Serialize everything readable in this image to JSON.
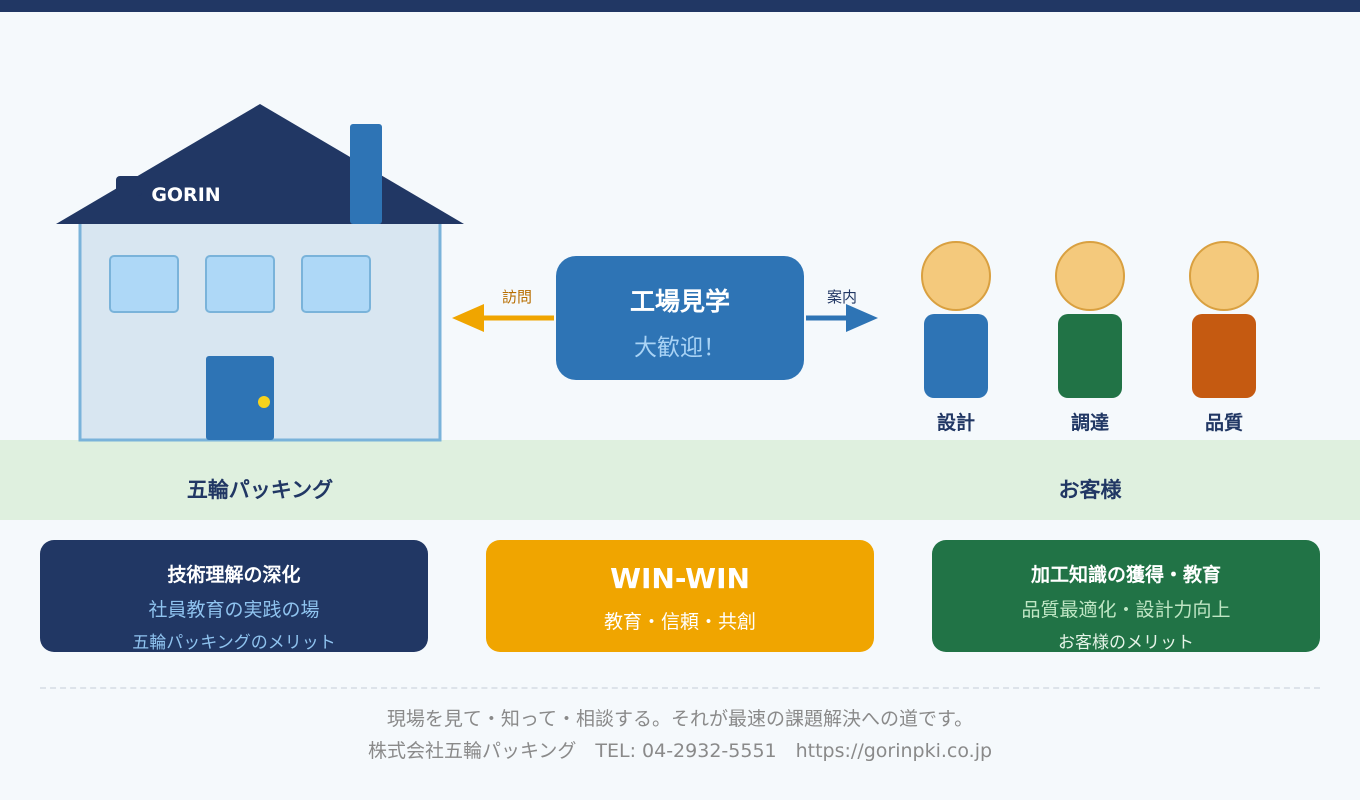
{
  "house": {
    "brand": "GORIN"
  },
  "arrows": {
    "left_label": "訪問",
    "right_label": "案内"
  },
  "center": {
    "title": "工場見学",
    "subtitle": "大歓迎！"
  },
  "people": [
    {
      "label": "設計",
      "color": "#2e74b5"
    },
    {
      "label": "調達",
      "color": "#217346"
    },
    {
      "label": "品質",
      "color": "#c55a11"
    }
  ],
  "ground": {
    "left_label": "五輪パッキング",
    "right_label": "お客様"
  },
  "cards": {
    "left": {
      "title": "技術理解の深化",
      "line1": "社員教育の実践の場",
      "line2": "五輪パッキングのメリット",
      "bg": "#213764"
    },
    "center": {
      "title": "WIN-WIN",
      "line1": "教育・信頼・共創",
      "bg": "#f0a500"
    },
    "right": {
      "title": "加工知識の獲得・教育",
      "line1": "品質最適化・設計力向上",
      "line2": "お客様のメリット",
      "bg": "#217346"
    }
  },
  "footer": {
    "line1": "現場を見て・知って・相談する。それが最速の課題解決への道です。",
    "line2": "株式会社五輪パッキング　TEL: 04-2932-5551　https://gorinpki.co.jp"
  },
  "colors": {
    "navy": "#213764",
    "blue": "#2e74b5",
    "orange": "#f0a500",
    "skin": "#f4c97c"
  }
}
